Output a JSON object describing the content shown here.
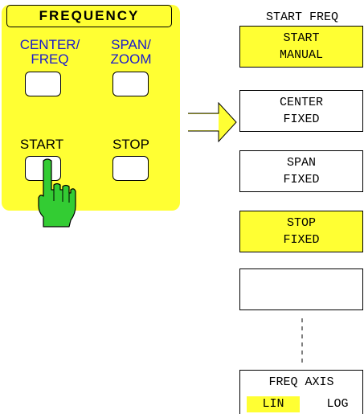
{
  "keypad": {
    "title": "FREQUENCY",
    "center_label_1": "CENTER/",
    "center_label_2": "FREQ",
    "span_label_1": "SPAN/",
    "span_label_2": "ZOOM",
    "start_label": "START",
    "stop_label": "STOP"
  },
  "menu": {
    "title": "START FREQ",
    "softkeys": [
      {
        "line1": "START",
        "line2": "MANUAL"
      },
      {
        "line1": "CENTER",
        "line2": "FIXED"
      },
      {
        "line1": "SPAN",
        "line2": "FIXED"
      },
      {
        "line1": "STOP",
        "line2": "FIXED"
      },
      {
        "line1": "",
        "line2": ""
      }
    ],
    "freq_axis": {
      "label": "FREQ AXIS",
      "option_lin": "LIN",
      "option_log": "LOG"
    }
  },
  "colors": {
    "highlight": "#ffff33",
    "key_text_blue": "#1a1acc",
    "hand": "#33cc33"
  }
}
